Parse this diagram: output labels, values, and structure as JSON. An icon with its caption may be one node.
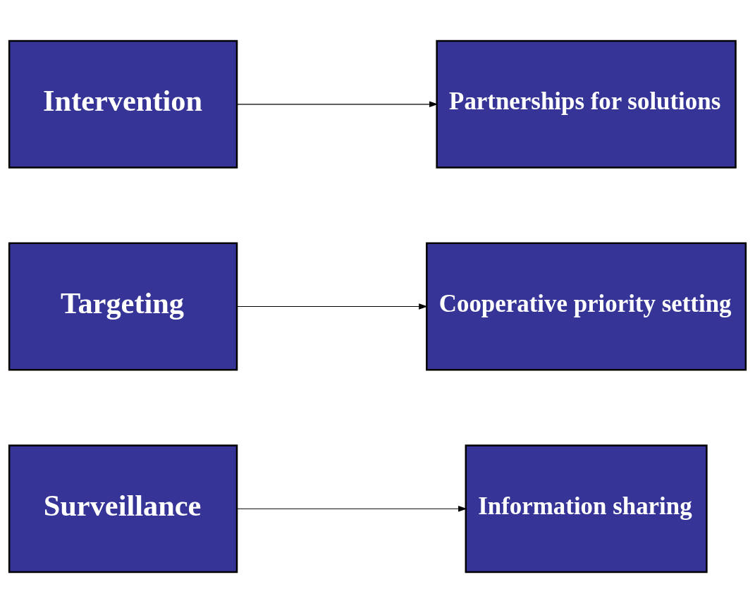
{
  "diagram": {
    "nodes": [
      {
        "text": [
          "Surveillance"
        ]
      },
      {
        "text": [
          "Information sharing"
        ]
      },
      {
        "text": [
          "Targeting"
        ]
      },
      {
        "text": [
          "Cooperative priority setting"
        ]
      },
      {
        "text": [
          "Intervention"
        ]
      },
      {
        "text": [
          "Partnerships for solutions"
        ]
      }
    ],
    "edges": [
      {
        "from": 0,
        "to": 1,
        "arrow": "to"
      },
      {
        "from": 2,
        "to": 3,
        "arrow": "to"
      },
      {
        "from": 4,
        "to": 5,
        "arrow": "to"
      }
    ]
  }
}
